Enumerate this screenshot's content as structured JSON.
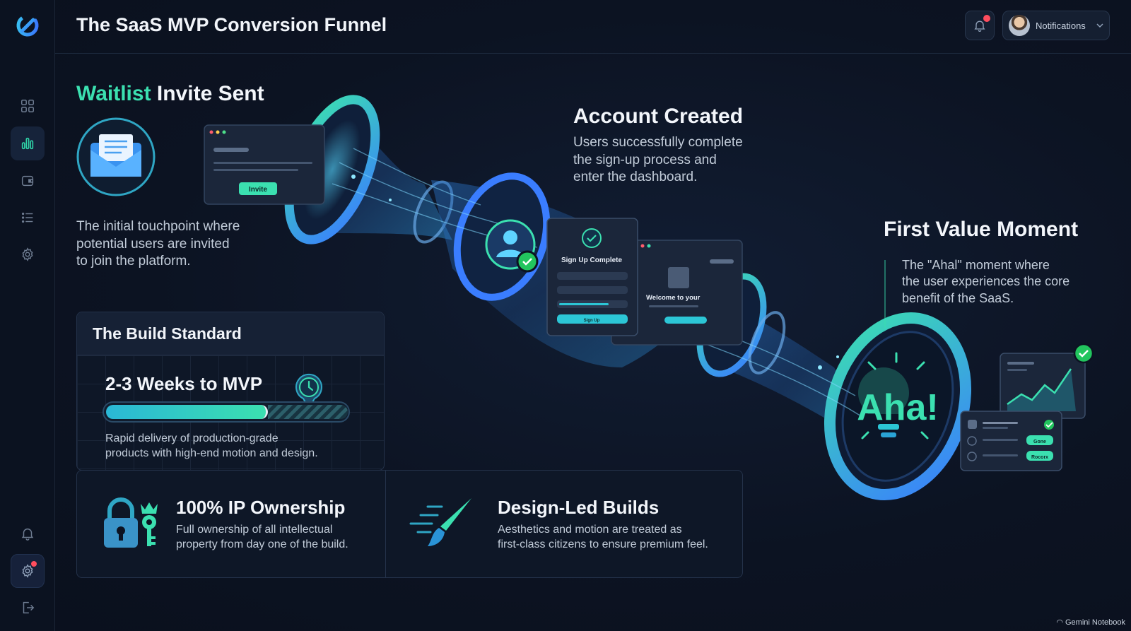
{
  "header": {
    "title": "The SaaS MVP Conversion Funnel",
    "notifications_label": "Notifications"
  },
  "sidebar": {
    "items": [
      {
        "icon": "grid-icon"
      },
      {
        "icon": "bar-chart-icon",
        "active": true
      },
      {
        "icon": "wallet-icon"
      },
      {
        "icon": "list-icon"
      },
      {
        "icon": "settings-icon"
      },
      {
        "icon": "bell-icon"
      },
      {
        "icon": "settings-icon",
        "badge": true
      },
      {
        "icon": "logout-icon"
      }
    ]
  },
  "stages": {
    "waitlist": {
      "title_accent": "Waitlist",
      "title_rest": " Invite Sent",
      "desc_lines": [
        "The initial touchpoint where",
        "potential users are invited",
        "to join the platform."
      ],
      "invite_button": "Invite"
    },
    "account": {
      "title": "Account Created",
      "desc_lines": [
        "Users successfully complete",
        "the sign-up process and",
        "enter the dashboard."
      ],
      "signup_card_title": "Sign Up Complete",
      "signup_button": "Sign Up",
      "welcome_text": "Welcome to your"
    },
    "first_value": {
      "title": "First Value Moment",
      "desc_lines": [
        "The \"Ahal\" moment where",
        "the user experiences the core",
        "benefit of the SaaS."
      ],
      "aha_text": "Aha!",
      "task_buttons": [
        "Gone",
        "Rocorx"
      ]
    }
  },
  "build_standard": {
    "title": "The Build Standard",
    "mvp": {
      "title": "2-3 Weeks to MVP",
      "desc_lines": [
        "Rapid delivery of production-grade",
        "products with high-end motion and design."
      ],
      "progress": 0.67
    },
    "ip": {
      "title": "100% IP Ownership",
      "desc_lines": [
        "Full ownership of all intellectual",
        "property from day one of the build."
      ]
    },
    "design": {
      "title": "Design-Led Builds",
      "desc_lines": [
        "Aesthetics and motion are treated as",
        "first-class citizens to ensure premium feel."
      ]
    }
  },
  "watermark": "Gemini Notebook",
  "colors": {
    "accent": "#3be0b0",
    "blue": "#3a8dff",
    "background": "#0c1322",
    "alert": "#ff4d5e"
  }
}
